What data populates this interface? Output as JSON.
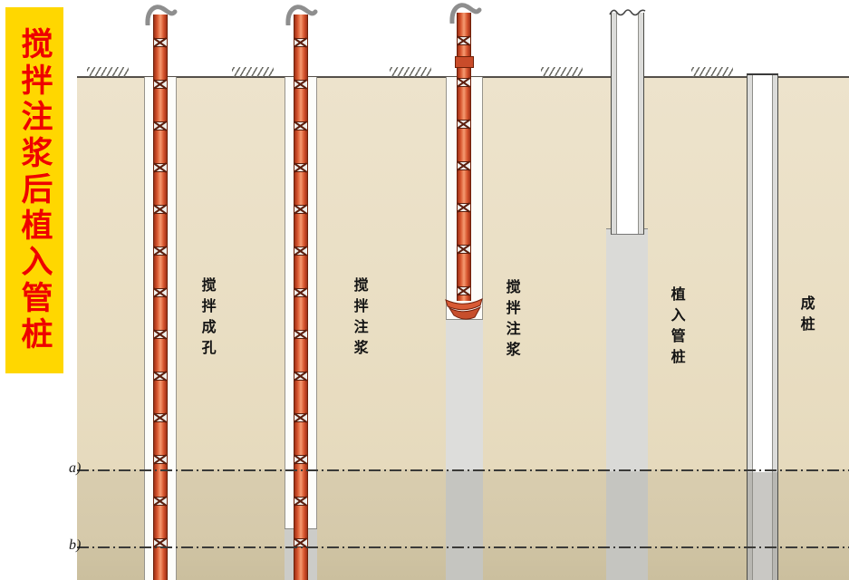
{
  "banner": {
    "text": "搅拌注浆后植入管桩"
  },
  "stages": [
    {
      "label": "搅拌成孔"
    },
    {
      "label": "搅拌注浆"
    },
    {
      "label": "搅拌注浆"
    },
    {
      "label": "植入管桩"
    },
    {
      "label": "成桩"
    }
  ],
  "markers": [
    {
      "label": "a)"
    },
    {
      "label": "b)"
    }
  ],
  "colors": {
    "banner_bg": "#FFD700",
    "banner_text": "#EE0000",
    "soil": "#EADFC5",
    "auger_red": "#D8562F",
    "grout_gray": "#D8D8D5",
    "line_dark": "#3A3A38"
  }
}
